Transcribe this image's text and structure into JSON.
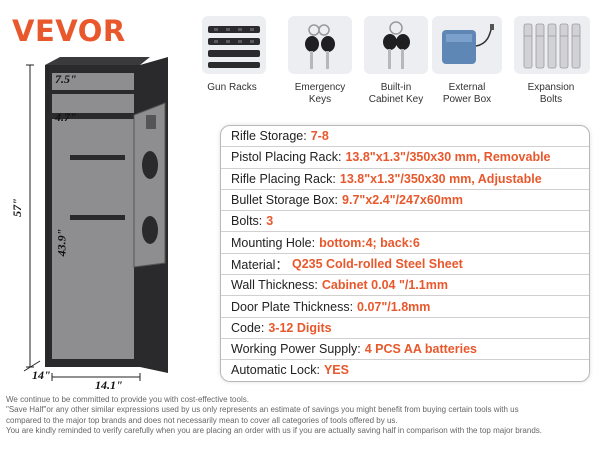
{
  "brand": {
    "logo_text": "VEVOR",
    "accent_color": "#e8582c"
  },
  "accessories": [
    {
      "label": "Gun Racks",
      "icon": "gun-rack-icon"
    },
    {
      "label": "Emergency\nKeys",
      "icon": "emergency-keys-icon"
    },
    {
      "label": "Built-in\nCabinet Key",
      "icon": "cabinet-key-icon"
    },
    {
      "label": "External\nPower Box",
      "icon": "power-box-icon"
    },
    {
      "label": "Expansion\nBolts",
      "icon": "expansion-bolts-icon"
    }
  ],
  "dimensions": {
    "height_total": "57\"",
    "height_inner": "43.9\"",
    "top_compartment": "7.5\"",
    "shelf_gap": "4.7\"",
    "depth": "14\"",
    "width": "14.1\""
  },
  "specs": [
    {
      "key": "Rifle Storage:",
      "value": "7-8"
    },
    {
      "key": "Pistol Placing Rack:",
      "value": "13.8\"x1.3\"/350x30 mm, Removable"
    },
    {
      "key": "Rifle Placing Rack:",
      "value": "13.8\"x1.3\"/350x30 mm, Adjustable"
    },
    {
      "key": "Bullet Storage Box:",
      "value": "9.7\"x2.4\"/247x60mm"
    },
    {
      "key": "Bolts:",
      "value": "3"
    },
    {
      "key": "Mounting Hole:",
      "value": "bottom:4; back:6"
    },
    {
      "key": "Material：",
      "value": "Q235 Cold-rolled Steel Sheet"
    },
    {
      "key": "Wall Thickness:",
      "value": "Cabinet 0.04 \"/1.1mm"
    },
    {
      "key": "Door Plate Thickness:",
      "value": "0.07\"/1.8mm"
    },
    {
      "key": "Code:",
      "value": "3-12 Digits"
    },
    {
      "key": "Working Power Supply:",
      "value": "4 PCS AA batteries"
    },
    {
      "key": "Automatic Lock:",
      "value": "YES"
    }
  ],
  "disclaimer": [
    "We continue to be committed to provide you with cost-effective tools.",
    "\"Save Half\"or any other similar expressions used by us only represents an estimate of savings you might benefit from buying certain tools with us",
    "compared to the major top brands and does not necessarily mean to cover all categories of tools offered by us.",
    "You are kindly reminded to verify carefully when you are placing an order with us if you are actually saving half in comparison with the top major brands."
  ]
}
